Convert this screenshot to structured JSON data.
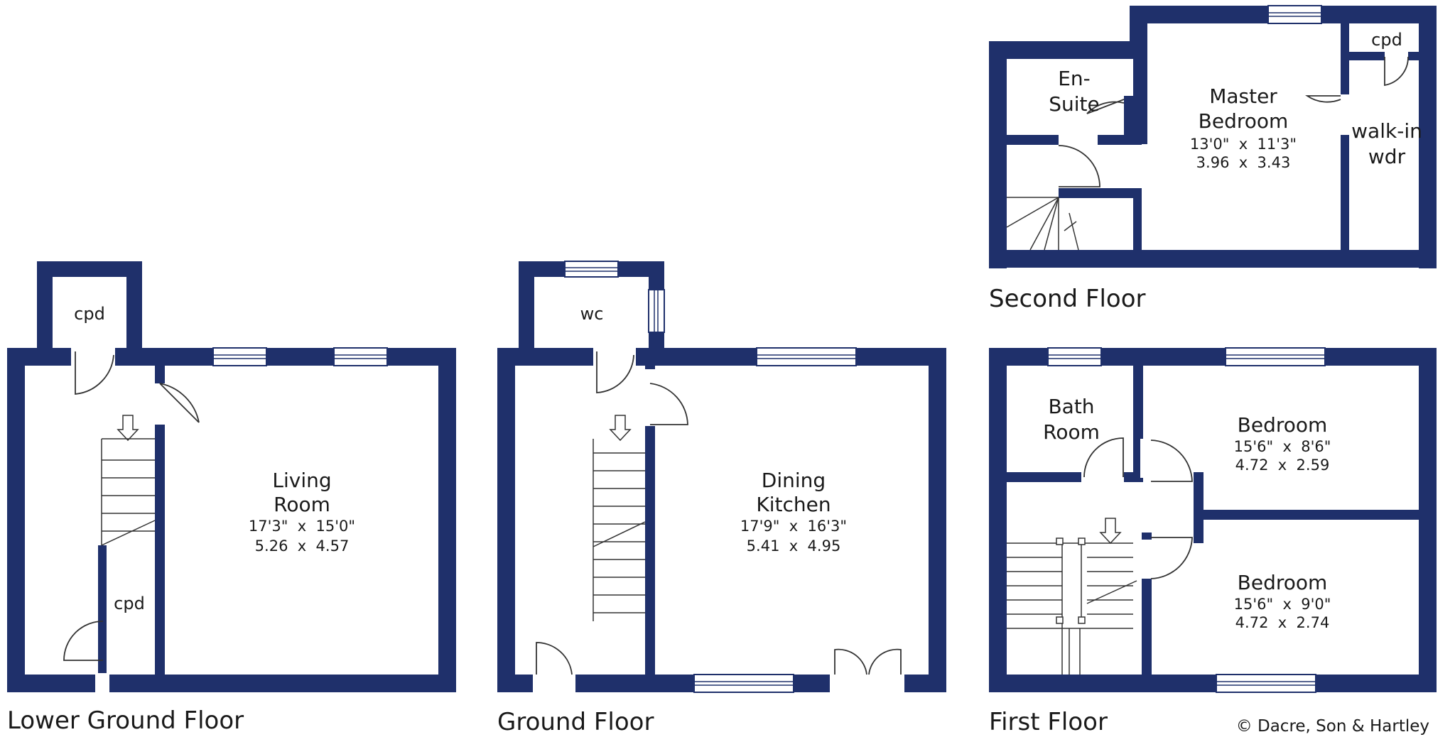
{
  "colors": {
    "wall": "#1f306b",
    "fitting": "#333333",
    "text": "#1a1a1a",
    "background": "#ffffff"
  },
  "floors": {
    "lower_ground": {
      "title": "Lower Ground Floor",
      "living_room": {
        "name_line1": "Living",
        "name_line2": "Room",
        "imperial": "17'3\"  x  15'0\"",
        "metric": "5.26  x  4.57"
      },
      "cpd_top": "cpd",
      "cpd_lower": "cpd"
    },
    "ground": {
      "title": "Ground Floor",
      "dining_kitchen": {
        "name_line1": "Dining",
        "name_line2": "Kitchen",
        "imperial": "17'9\"  x  16'3\"",
        "metric": "5.41  x  4.95"
      },
      "wc": "wc"
    },
    "first": {
      "title": "First Floor",
      "bathroom": {
        "name_line1": "Bath",
        "name_line2": "Room"
      },
      "bedroom_1": {
        "name": "Bedroom",
        "imperial": "15'6\"  x  8'6\"",
        "metric": "4.72  x  2.59"
      },
      "bedroom_2": {
        "name": "Bedroom",
        "imperial": "15'6\"  x  9'0\"",
        "metric": "4.72  x  2.74"
      }
    },
    "second": {
      "title": "Second Floor",
      "ensuite": {
        "name_line1": "En-",
        "name_line2": "Suite"
      },
      "master_bedroom": {
        "name_line1": "Master",
        "name_line2": "Bedroom",
        "imperial": "13'0\"  x  11'3\"",
        "metric": "3.96  x  3.43"
      },
      "walkin": {
        "name_line1": "walk-in",
        "name_line2": "wdr"
      },
      "cpd": "cpd"
    }
  },
  "copyright": "© Dacre, Son & Hartley"
}
